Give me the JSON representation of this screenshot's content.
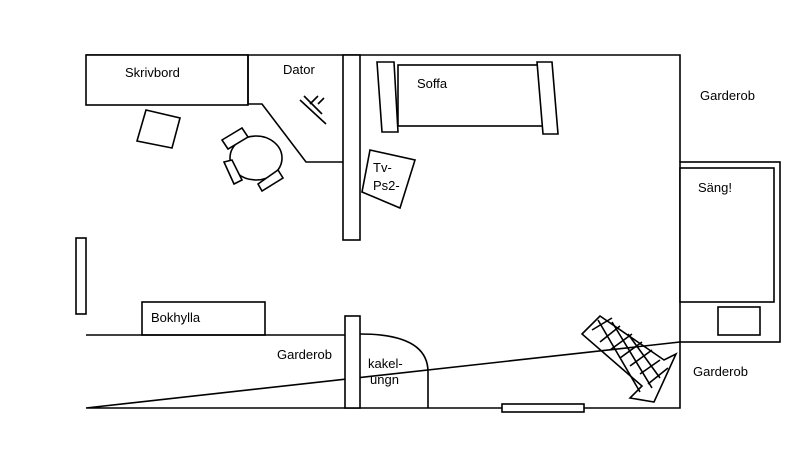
{
  "labels": {
    "skrivbord": "Skrivbord",
    "dator": "Dator",
    "soffa": "Soffa",
    "garderob_top_right": "Garderob",
    "tv_line1": "Tv-",
    "tv_line2": "Ps2-",
    "sang": "Säng!",
    "bokhylla": "Bokhylla",
    "garderob_bottom_left": "Garderob",
    "kakel_line1": "kakel-",
    "kakel_line2": "ungn",
    "garderob_bottom_right": "Garderob"
  }
}
